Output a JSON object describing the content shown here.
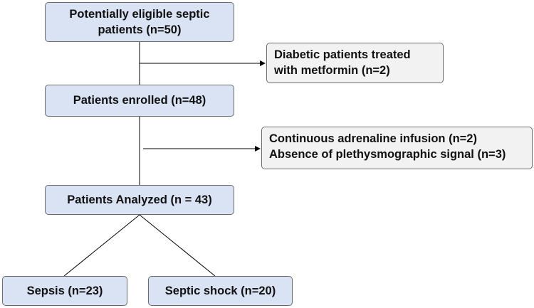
{
  "boxes": {
    "eligible": {
      "lines": [
        "Potentially eligible septic",
        "patients (n=50)"
      ]
    },
    "excluded_metformin": {
      "lines": [
        "Diabetic patients treated",
        "with metformin (n=2)"
      ]
    },
    "enrolled": {
      "lines": [
        "Patients enrolled (n=48)"
      ]
    },
    "excluded_other": {
      "lines": [
        "Continuous adrenaline infusion (n=2)",
        "Absence of plethysmographic signal (n=3)"
      ]
    },
    "analyzed": {
      "lines": [
        "Patients Analyzed (n = 43)"
      ]
    },
    "sepsis": {
      "lines": [
        "Sepsis (n=23)"
      ]
    },
    "septic_shock": {
      "lines": [
        "Septic shock (n=20)"
      ]
    }
  },
  "colors": {
    "main_fill": "#dae3f3",
    "exclusion_fill": "#f2f2f2",
    "border": "#6b6b6b",
    "connector": "#000000"
  }
}
